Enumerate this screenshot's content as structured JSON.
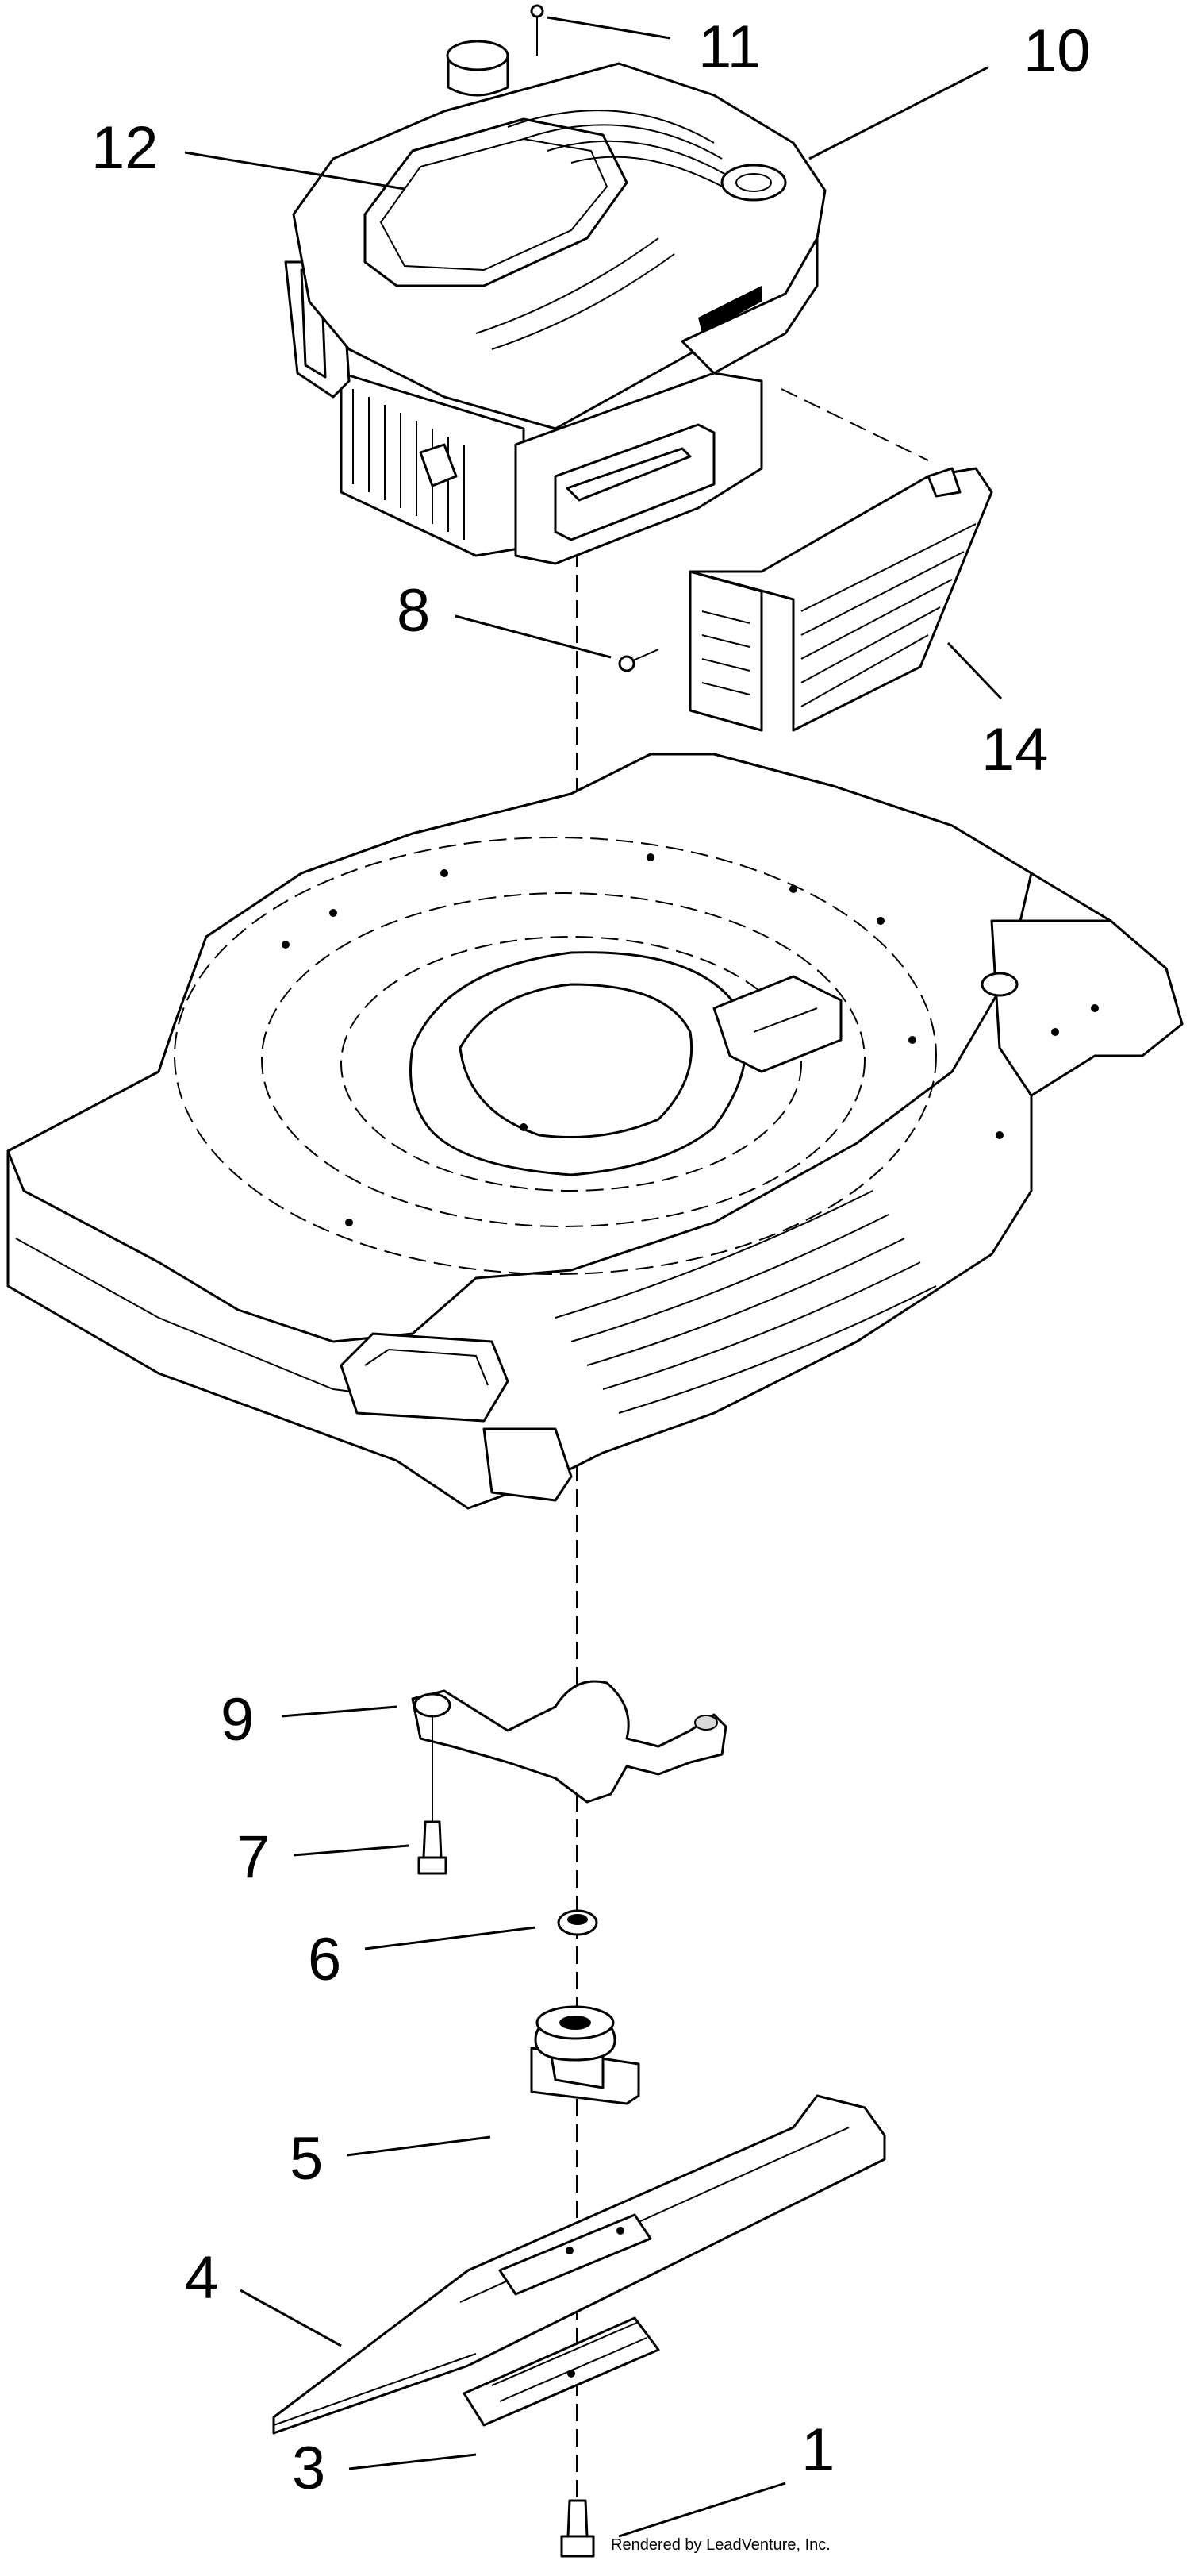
{
  "callouts": [
    {
      "id": "c1",
      "label": "1"
    },
    {
      "id": "c3",
      "label": "3"
    },
    {
      "id": "c4",
      "label": "4"
    },
    {
      "id": "c5",
      "label": "5"
    },
    {
      "id": "c6",
      "label": "6"
    },
    {
      "id": "c7",
      "label": "7"
    },
    {
      "id": "c8",
      "label": "8"
    },
    {
      "id": "c9",
      "label": "9"
    },
    {
      "id": "c10",
      "label": "10"
    },
    {
      "id": "c11",
      "label": "11"
    },
    {
      "id": "c12",
      "label": "12"
    },
    {
      "id": "c14",
      "label": "14"
    }
  ],
  "credit": "Rendered by LeadVenture, Inc."
}
